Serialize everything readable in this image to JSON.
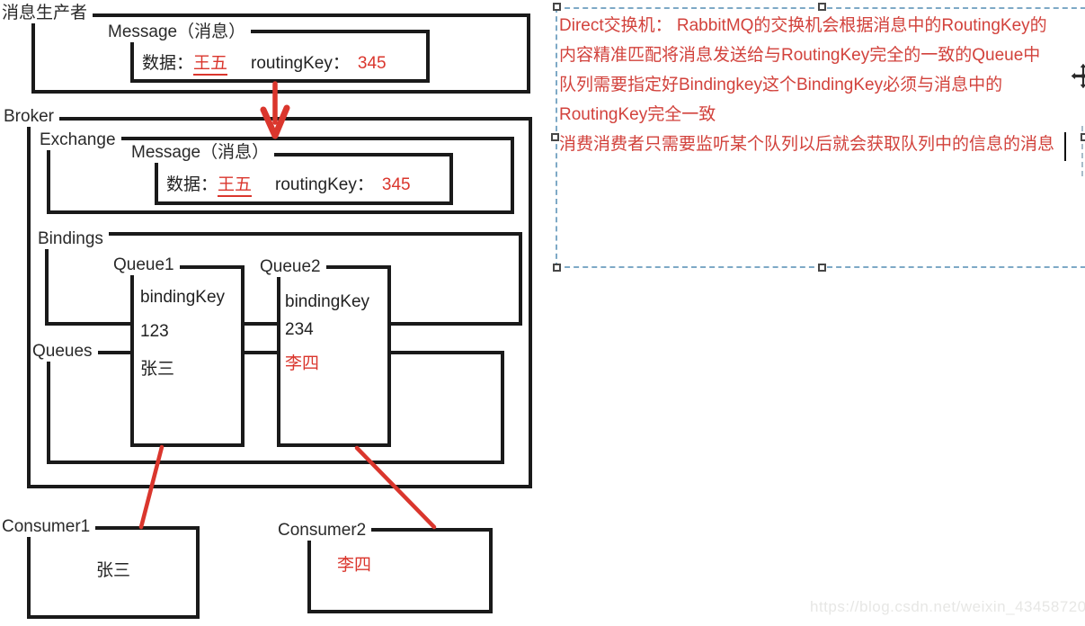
{
  "diagram": {
    "producer_label": "消息生产者",
    "broker_label": "Broker",
    "exchange_label": "Exchange",
    "bindings_label": "Bindings",
    "queues_label": "Queues",
    "message": {
      "label": "Message（消息）",
      "data_key": "数据：",
      "data_value": "王五",
      "routing_key": "routingKey：",
      "routing_value": "345"
    },
    "queue1": {
      "label": "Queue1",
      "key_label": "bindingKey",
      "key": "123",
      "consumer": "张三"
    },
    "queue2": {
      "label": "Queue2",
      "key_label": "bindingKey",
      "key": "234",
      "consumer": "李四"
    },
    "consumer1": {
      "label": "Consumer1",
      "value": "张三"
    },
    "consumer2": {
      "label": "Consumer2",
      "value": "李四"
    }
  },
  "note": {
    "lines": [
      "Direct交换机： RabbitMQ的交换机会根据消息中的RoutingKey的",
      "内容精准匹配将消息发送给与RoutingKey完全的一致的Queue中",
      "队列需要指定好Bindingkey这个BindingKey必须与消息中的",
      "RoutingKey完全一致",
      "消费消费者只需要监听某个队列以后就会获取队列中的信息的消息"
    ]
  },
  "watermark": "https://blog.csdn.net/weixin_43458720",
  "colors": {
    "diagram_red": "#da362d",
    "note_red": "#d2423c",
    "border_black": "#1a1a1a",
    "selection_blue": "#7ea9c6"
  }
}
